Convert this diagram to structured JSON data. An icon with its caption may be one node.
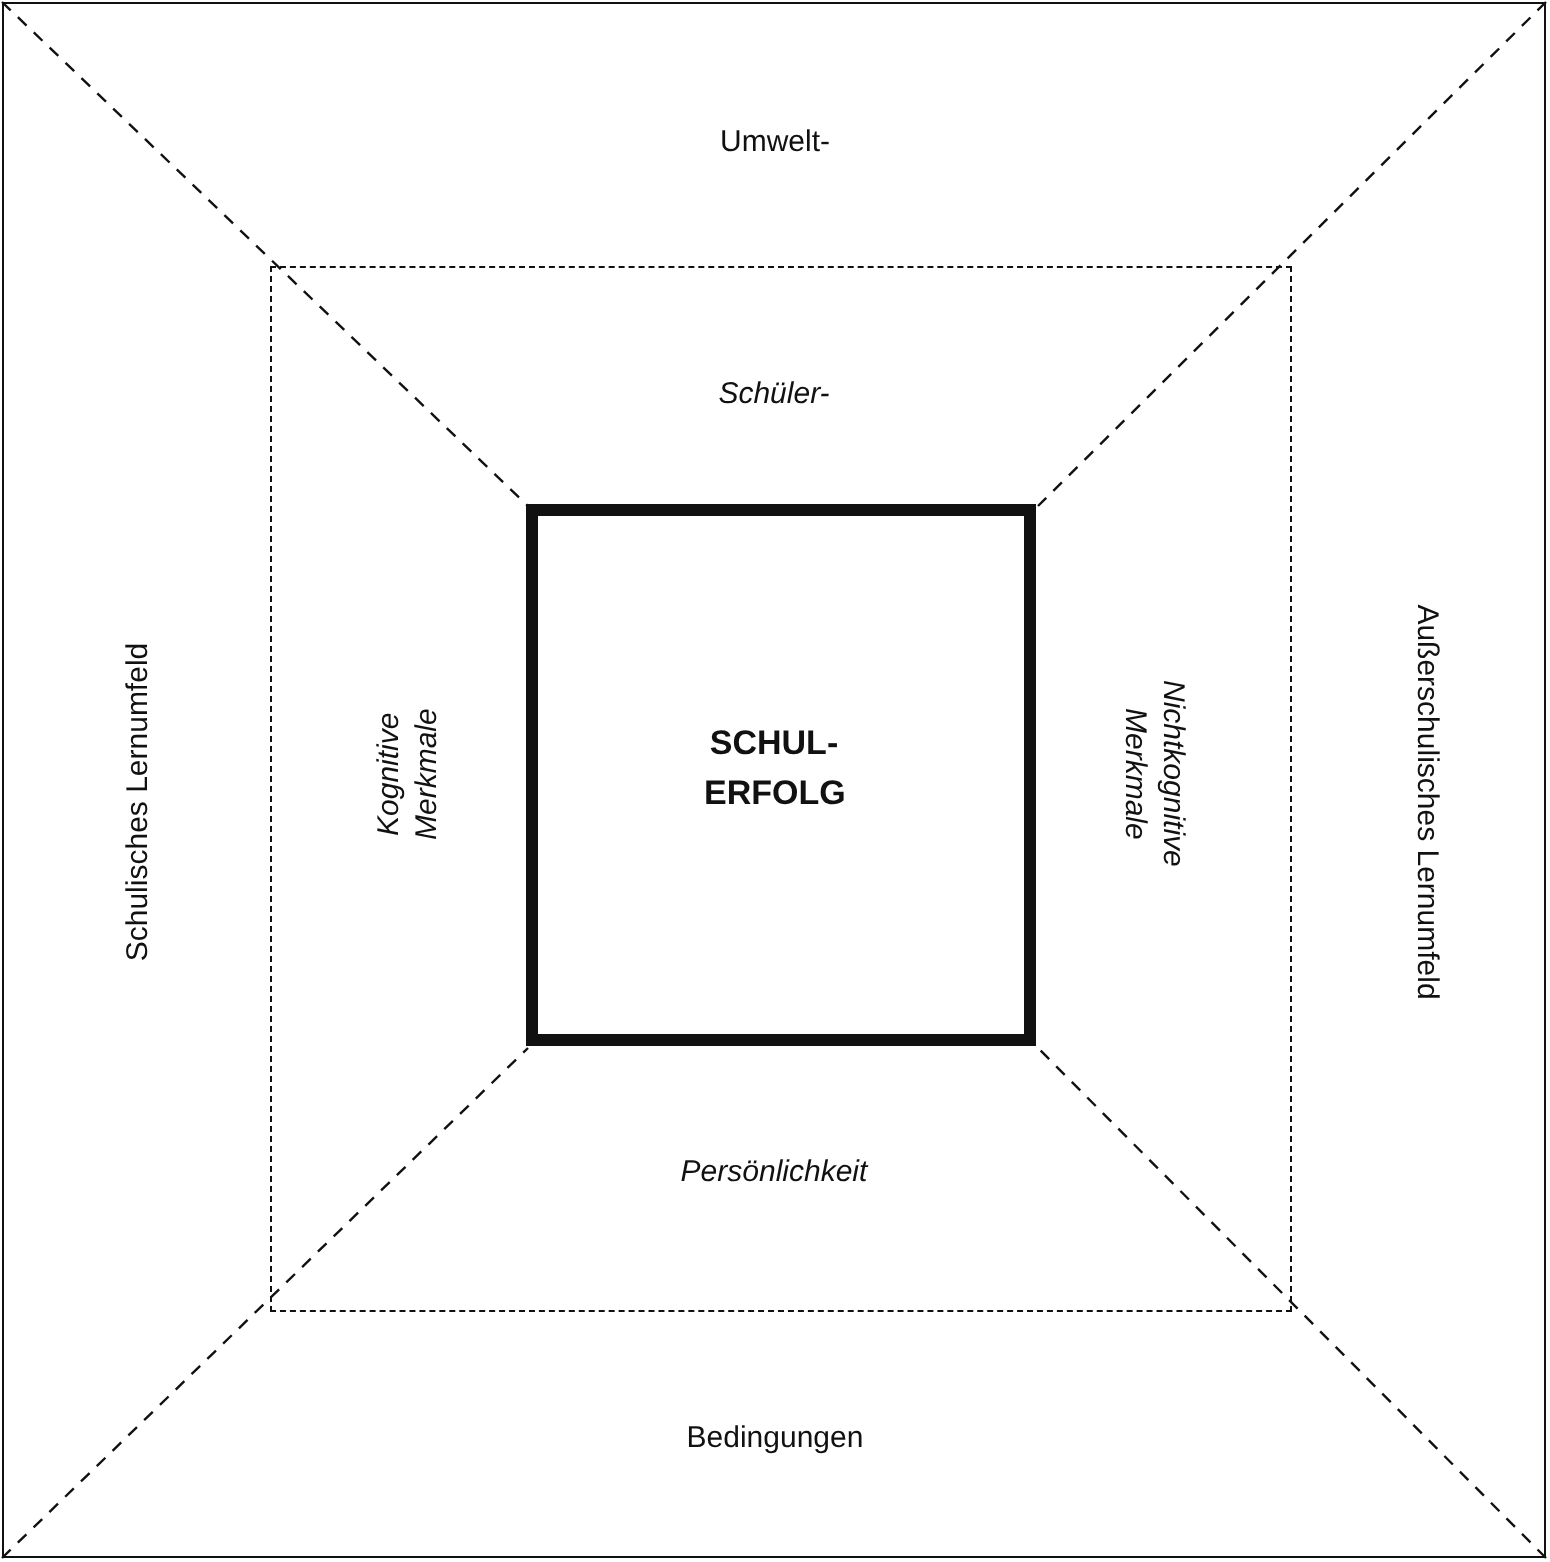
{
  "diagram": {
    "nodes": [
      {
        "text": [
          "Umwelt-",
          "Schulisches Lernumfeld",
          "Außerschulisches Lernumfeld",
          "Bedingungen"
        ]
      },
      {
        "text": [
          "Schüler-",
          "Kognitive Merkmale",
          "Nichtkognitive Merkmale",
          "Persönlichkeit"
        ],
        "in": 0
      },
      {
        "text": [
          "SCHUL- ERFOLG"
        ],
        "in": 1
      }
    ]
  }
}
